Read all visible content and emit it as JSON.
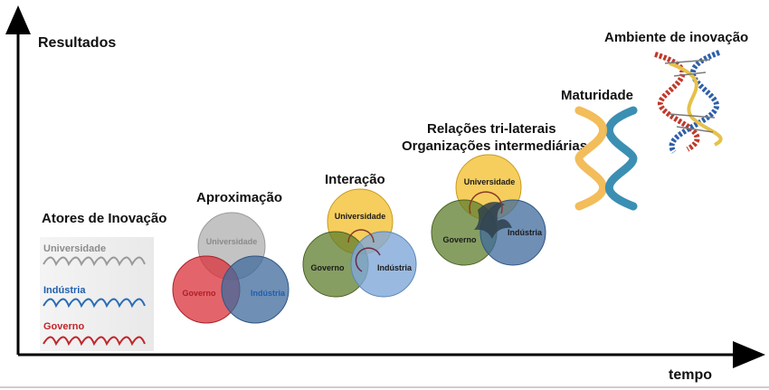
{
  "axes": {
    "y_label": "Resultados",
    "x_label": "tempo"
  },
  "stages": [
    {
      "title": "Atores de Inovação",
      "actors": [
        "Universidade",
        "Indústria",
        "Governo"
      ]
    },
    {
      "title": "Aproximação",
      "circles": [
        "Universidade",
        "Governo",
        "Indústria"
      ]
    },
    {
      "title": "Interação",
      "circles": [
        "Universidade",
        "Governo",
        "Indústria"
      ]
    },
    {
      "title_line1": "Relações tri-laterais",
      "title_line2": "Organizações intermediárias",
      "circles": [
        "Universidade",
        "Governo",
        "Indústria"
      ]
    },
    {
      "title": "Maturidade"
    },
    {
      "title": "Ambiente de inovação"
    }
  ],
  "colors": {
    "universidade": "#f5c542",
    "universidade_grey": "#b8b8b8",
    "governo_red": "#d9323a",
    "governo_green": "#6e8b3d",
    "industria_blue": "#4a6fa5",
    "industria_light": "#7fa8d8",
    "helix_blue": "#3b8fb3",
    "helix_yellow": "#f2bd5a",
    "dna_red": "#c0392b",
    "dna_blue": "#2f5fa8"
  }
}
